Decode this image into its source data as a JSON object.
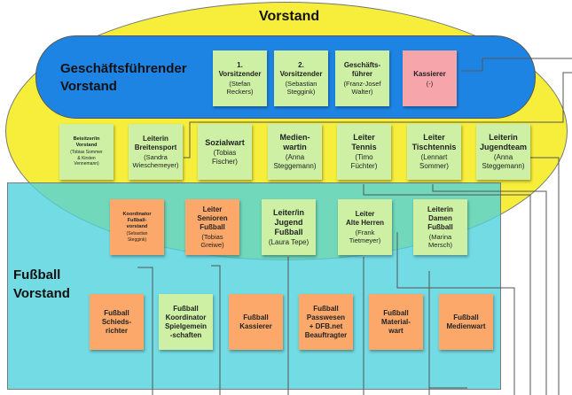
{
  "title": "Vorstand",
  "groups": {
    "gf": "Geschäftsführender\nVorstand",
    "fb": "Fußball\nVorstand"
  },
  "gf_notes": [
    {
      "title": "1.\nVorsitzender",
      "sub": "(Stefan\nReckers)",
      "color": "green"
    },
    {
      "title": "2.\nVorsitzender",
      "sub": "(Sebastian\nSteggink)",
      "color": "green"
    },
    {
      "title": "Geschäfts-\nführer",
      "sub": "(Franz-Josef\nWalter)",
      "color": "green"
    },
    {
      "title": "Kassierer",
      "sub": "(-)",
      "color": "pink"
    }
  ],
  "vorstand_notes": [
    {
      "title": "Beisitzer/in\nVorstand",
      "sub": "(Tobias Sommer\n& Kirsten\nVennemann)",
      "color": "green"
    },
    {
      "title": "Leiterin\nBreitensport",
      "sub": "(Sandra\nWieschemeyer)",
      "color": "green"
    },
    {
      "title": "Sozialwart",
      "sub": "(Tobias\nFischer)",
      "color": "green"
    },
    {
      "title": "Medien-\nwartin",
      "sub": "(Anna\nSteggemann)",
      "color": "green"
    },
    {
      "title": "Leiter\nTennis",
      "sub": "(Timo\nFüchter)",
      "color": "green"
    },
    {
      "title": "Leiter\nTischtennis",
      "sub": "(Lennart\nSommer)",
      "color": "green"
    },
    {
      "title": "Leiterin\nJugendteam",
      "sub": "(Anna\nSteggemann)",
      "color": "green"
    }
  ],
  "overlap_notes": [
    {
      "title": "Koordinator\nFußball-\nvorstand",
      "sub": "(Sebastian\nSteggink)",
      "color": "orange"
    },
    {
      "title": "Leiter\nSenioren\nFußball",
      "sub": "(Tobias\nGreiwe)",
      "color": "orange"
    },
    {
      "title": "Leiter/in\nJugend\nFußball",
      "sub": "(Laura Tepe)",
      "color": "green"
    },
    {
      "title": "Leiter\nAlte Herren",
      "sub": "(Frank\nTietmeyer)",
      "color": "green"
    },
    {
      "title": "Leiterin\nDamen\nFußball",
      "sub": "(Marina\nMersch)",
      "color": "green"
    }
  ],
  "fussball_notes": [
    {
      "title": "Fußball\nSchieds-\nrichter",
      "sub": "",
      "color": "orange"
    },
    {
      "title": "Fußball\nKoordinator\nSpielgemein\n-schaften",
      "sub": "",
      "color": "green"
    },
    {
      "title": "Fußball\nKassierer",
      "sub": "",
      "color": "orange"
    },
    {
      "title": "Fußball\nPasswesen\n+ DFB.net\nBeauftragter",
      "sub": "",
      "color": "orange"
    },
    {
      "title": "Fußball\nMaterial-\nwart",
      "sub": "",
      "color": "orange"
    },
    {
      "title": "Fußball\nMedienwart",
      "sub": "",
      "color": "orange"
    }
  ],
  "colors": {
    "yellow": "#f6ee3a",
    "blue": "#1e84e4",
    "teal": "#50d2dc",
    "note_green": "#cdf0a4",
    "note_pink": "#f6a5ab",
    "note_orange": "#fba86a"
  }
}
